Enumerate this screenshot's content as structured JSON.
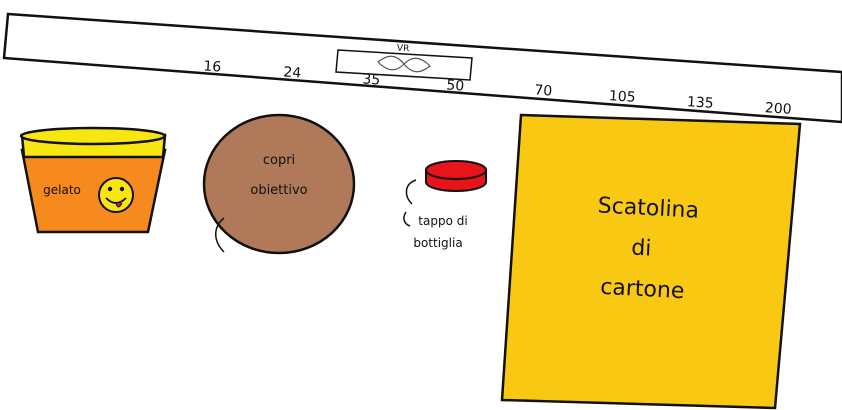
{
  "lens_barrel": {
    "vr_label": "VR",
    "focal_marks": [
      "16",
      "24",
      "35",
      "50",
      "70",
      "105",
      "135",
      "200"
    ]
  },
  "items": {
    "ice_cream_cup": {
      "label": "gelato"
    },
    "lens_cap": {
      "label_line1": "copri",
      "label_line2": "obiettivo"
    },
    "bottle_cap": {
      "label_line1": "tappo di",
      "label_line2": "bottiglia"
    },
    "cardboard_box": {
      "label_line1": "Scatolina",
      "label_line2": "di",
      "label_line3": "cartone"
    }
  },
  "colors": {
    "cup_orange": "#f68a1e",
    "cup_yellow": "#f7e60f",
    "smiley_yellow": "#f7e60f",
    "lens_cap_brown": "#b07a5a",
    "bottle_cap_red": "#e8141c",
    "box_yellow": "#f9c812",
    "outline": "#111111"
  }
}
